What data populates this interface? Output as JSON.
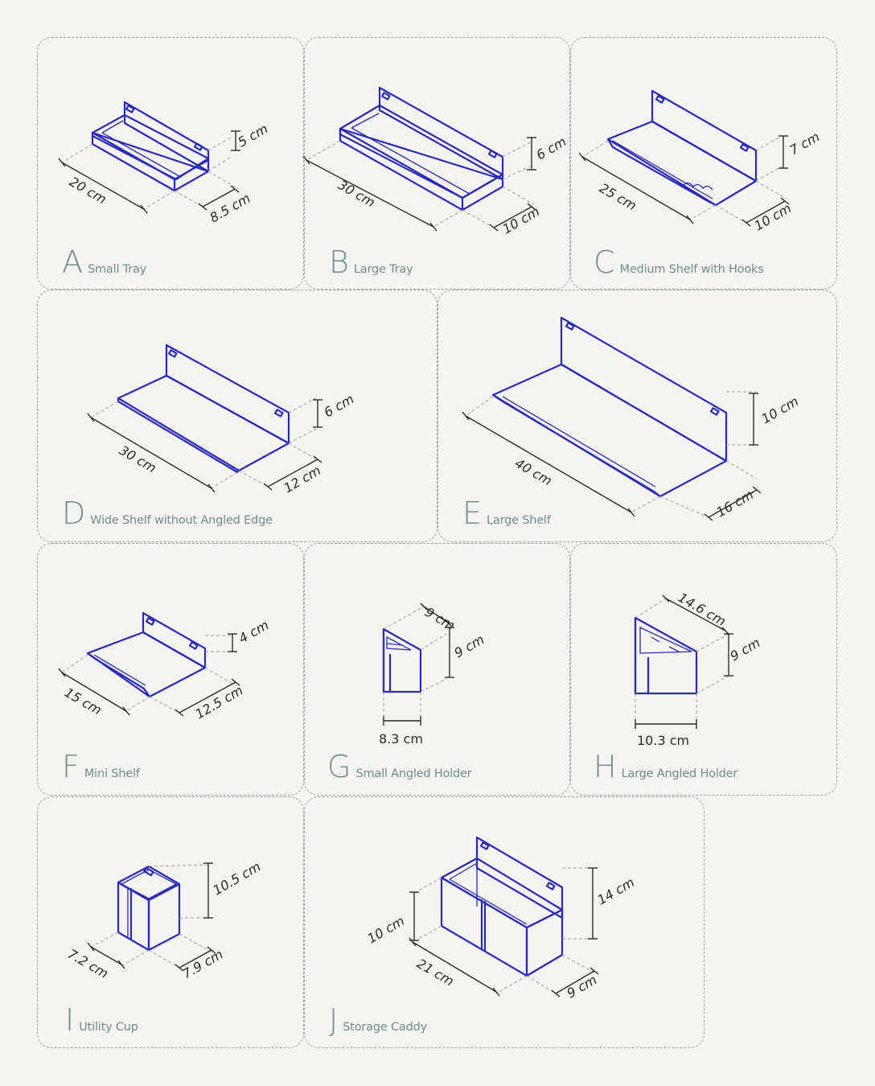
{
  "items": [
    {
      "letter": "A",
      "name": "Small Tray",
      "dims": {
        "length": "20 cm",
        "depth": "8.5 cm",
        "height": "5 cm"
      }
    },
    {
      "letter": "B",
      "name": "Large Tray",
      "dims": {
        "length": "30 cm",
        "depth": "10 cm",
        "height": "6 cm"
      }
    },
    {
      "letter": "C",
      "name": "Medium Shelf with Hooks",
      "dims": {
        "length": "25 cm",
        "depth": "10 cm",
        "height": "7 cm"
      }
    },
    {
      "letter": "D",
      "name": "Wide Shelf without Angled Edge",
      "dims": {
        "length": "30 cm",
        "depth": "12 cm",
        "height": "6 cm"
      }
    },
    {
      "letter": "E",
      "name": "Large Shelf",
      "dims": {
        "length": "40 cm",
        "depth": "16 cm",
        "height": "10 cm"
      }
    },
    {
      "letter": "F",
      "name": "Mini Shelf",
      "dims": {
        "length": "15 cm",
        "depth": "12.5 cm",
        "height": "4 cm"
      }
    },
    {
      "letter": "G",
      "name": "Small Angled Holder",
      "dims": {
        "top": "9 cm",
        "height": "9 cm",
        "width": "8.3 cm"
      }
    },
    {
      "letter": "H",
      "name": "Large Angled Holder",
      "dims": {
        "top": "14.6 cm",
        "height": "9 cm",
        "width": "10.3 cm"
      }
    },
    {
      "letter": "I",
      "name": "Utility Cup",
      "dims": {
        "height": "10.5 cm",
        "width": "7.2 cm",
        "depth": "7.9 cm"
      }
    },
    {
      "letter": "J",
      "name": "Storage Caddy",
      "dims": {
        "front_height": "10 cm",
        "back_height": "14 cm",
        "length": "21 cm",
        "depth": "9 cm"
      }
    }
  ],
  "colors": {
    "background": "#f5f3f0",
    "line": "#2a2ab8",
    "border": "#94a8a8",
    "caption": "#6f8d8d"
  }
}
